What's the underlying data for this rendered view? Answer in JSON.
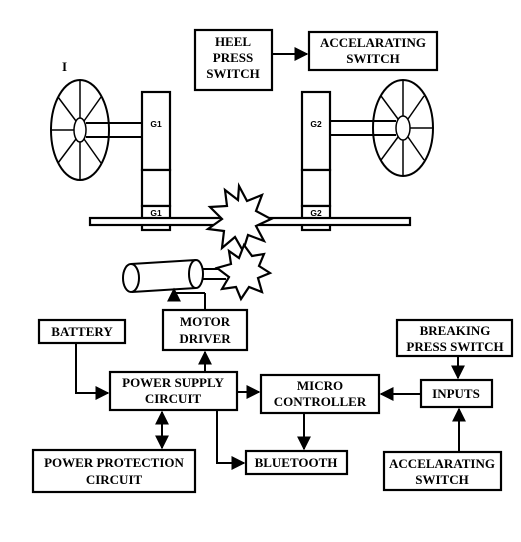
{
  "page_mark": "I",
  "gear_left": {
    "upper_label": "G1",
    "lower_label": "G1"
  },
  "gear_right": {
    "upper_label": "G2",
    "lower_label": "G2"
  },
  "blocks": {
    "heel_press_switch": [
      "HEEL",
      "PRESS",
      "SWITCH"
    ],
    "accelerating_switch_top": [
      "ACCELARATING",
      "SWITCH"
    ],
    "battery": [
      "BATTERY"
    ],
    "motor_driver": [
      "MOTOR",
      "DRIVER"
    ],
    "breaking_press_switch": [
      "BREAKING",
      "PRESS SWITCH"
    ],
    "power_supply_circuit": [
      "POWER SUPPLY",
      "CIRCUIT"
    ],
    "micro_controller": [
      "MICRO",
      "CONTROLLER"
    ],
    "inputs": [
      "INPUTS"
    ],
    "power_protection_circuit": [
      "POWER PROTECTION",
      "CIRCUIT"
    ],
    "bluetooth": [
      "BLUETOOTH"
    ],
    "accelerating_switch_bottom": [
      "ACCELARATING",
      "SWITCH"
    ]
  }
}
